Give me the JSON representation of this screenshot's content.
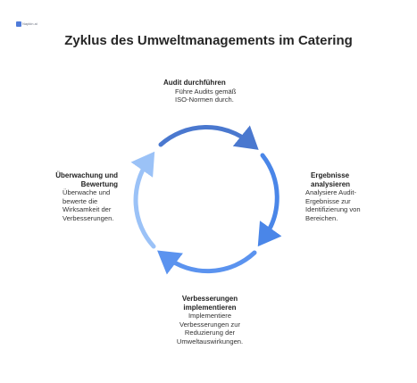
{
  "logo": {
    "text": "Napkin.ai",
    "icon": "napkin-logo-icon"
  },
  "title": "Zyklus des Umweltmanagements im Catering",
  "colors": [
    "#4a78cf",
    "#4a86e8",
    "#5b93ef",
    "#9bc2f7"
  ],
  "steps": {
    "top": {
      "heading": "Audit durchführen",
      "desc": [
        "Führe Audits gemäß",
        "ISO-Normen durch."
      ]
    },
    "right": {
      "heading": [
        "Ergebnisse",
        "analysieren"
      ],
      "desc": [
        "Analysiere Audit-",
        "Ergebnisse zur",
        "Identifizierung von",
        "Bereichen."
      ]
    },
    "bottom": {
      "heading": [
        "Verbesserungen",
        "implementieren"
      ],
      "desc": [
        "Implementiere",
        "Verbesserungen zur",
        "Reduzierung der",
        "Umweltauswirkungen."
      ]
    },
    "left": {
      "heading": [
        "Überwachung und",
        "Bewertung"
      ],
      "desc": [
        "Überwache und",
        "bewerte die",
        "Wirksamkeit der",
        "Verbesserungen."
      ]
    }
  }
}
